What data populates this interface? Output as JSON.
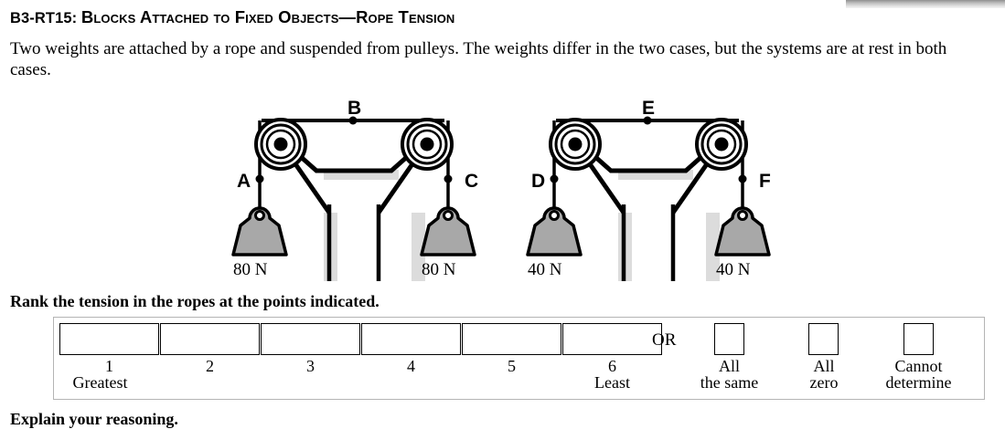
{
  "header": {
    "code": "B3-RT15:",
    "title_smallcaps": "Blocks Attached to Fixed Objects—Rope Tension"
  },
  "intro": {
    "text": "Two weights are attached by a rope and suspended from pulleys. The weights differ in the two cases, but the systems are at rest in both cases."
  },
  "diagram": {
    "systems": [
      {
        "name": "system-1",
        "labels": {
          "left": "A",
          "top": "B",
          "right": "C"
        },
        "weights": {
          "left": "80 N",
          "right": "80 N"
        }
      },
      {
        "name": "system-2",
        "labels": {
          "left": "D",
          "top": "E",
          "right": "F"
        },
        "weights": {
          "left": "40 N",
          "right": "40 N"
        }
      }
    ],
    "colors": {
      "weight_fill": "#a8a8a8",
      "outline": "#000000",
      "shadow": "#dcdcdc"
    }
  },
  "rank_prompt": {
    "text": "Rank the tension in the ropes at the points indicated."
  },
  "answer_row": {
    "ranks": [
      {
        "num": "1",
        "sub": "Greatest"
      },
      {
        "num": "2",
        "sub": ""
      },
      {
        "num": "3",
        "sub": ""
      },
      {
        "num": "4",
        "sub": ""
      },
      {
        "num": "5",
        "sub": ""
      },
      {
        "num": "6",
        "sub": "Least"
      }
    ],
    "or_label": "OR",
    "options": [
      {
        "line1": "All",
        "line2": "the same"
      },
      {
        "line1": "All",
        "line2": "zero"
      },
      {
        "line1": "Cannot",
        "line2": "determine"
      }
    ]
  },
  "footer": {
    "explain": "Explain your reasoning."
  }
}
